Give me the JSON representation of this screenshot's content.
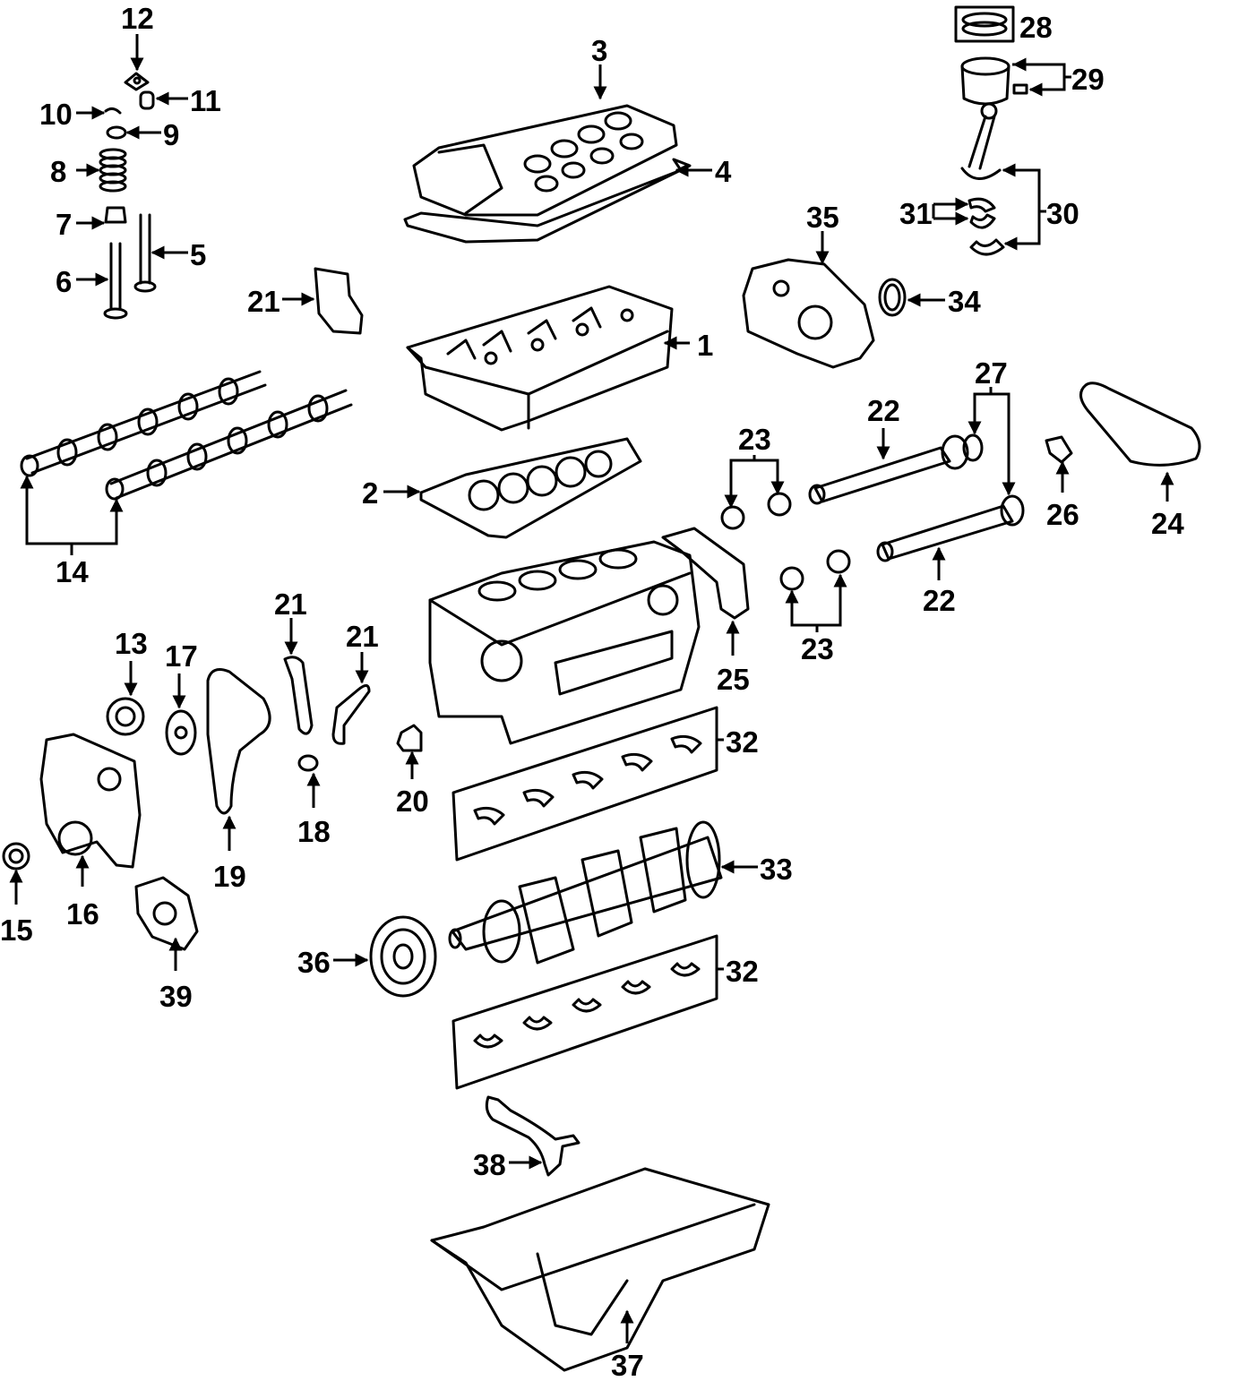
{
  "diagram": {
    "callouts": [
      "1",
      "2",
      "3",
      "4",
      "5",
      "6",
      "7",
      "8",
      "9",
      "10",
      "11",
      "12",
      "13",
      "14",
      "15",
      "16",
      "17",
      "18",
      "19",
      "20",
      "21",
      "22",
      "23",
      "24",
      "25",
      "26",
      "27",
      "28",
      "29",
      "30",
      "31",
      "32",
      "33",
      "34",
      "35",
      "36",
      "37",
      "38",
      "39"
    ]
  }
}
